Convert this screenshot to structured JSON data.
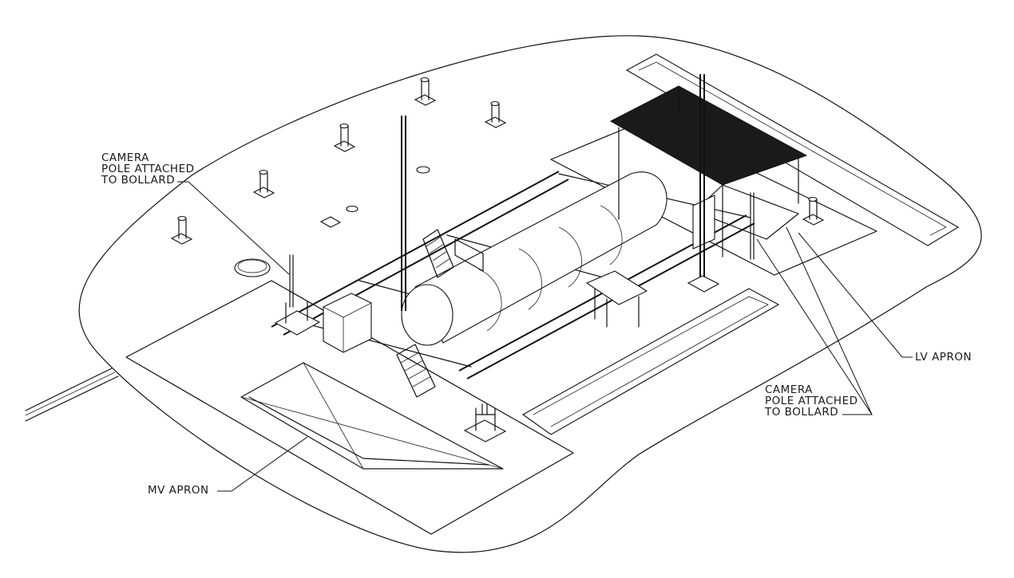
{
  "labels": {
    "camera_left": [
      "CAMERA",
      "POLE ATTACHED",
      "TO BOLLARD"
    ],
    "camera_right": [
      "CAMERA",
      "POLE ATTACHED",
      "TO BOLLARD"
    ],
    "mv_apron": "MV APRON",
    "lv_apron": "LV APRON"
  }
}
